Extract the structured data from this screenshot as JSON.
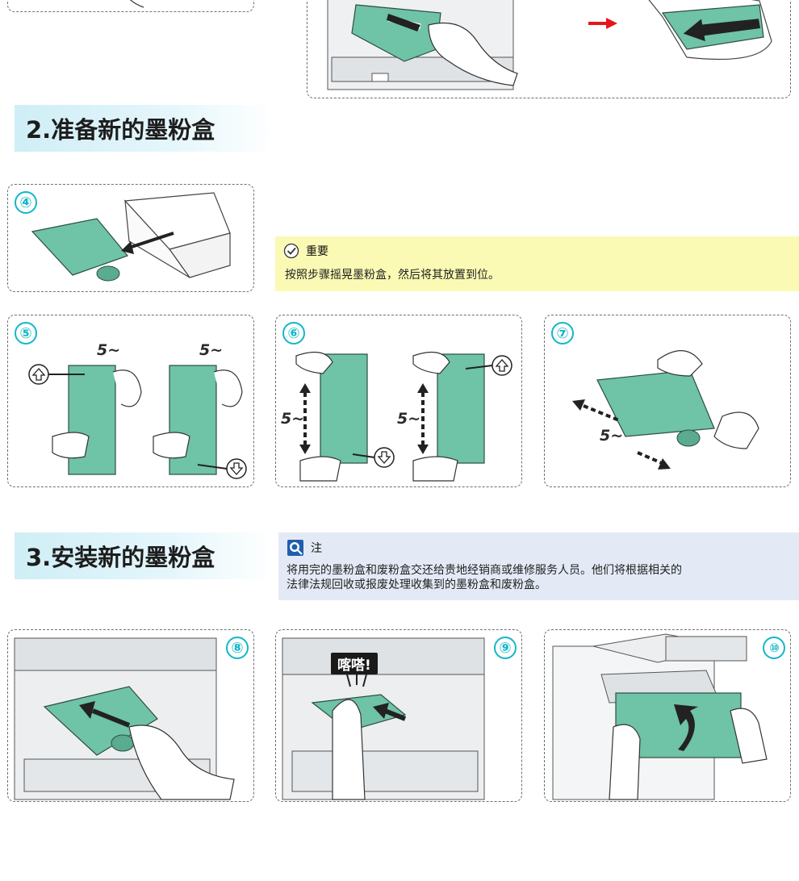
{
  "section2": {
    "title": "2.准备新的墨粉盒"
  },
  "section3": {
    "title": "3.安装新的墨粉盒"
  },
  "important": {
    "label": "重要",
    "text": "按照步骤摇晃墨粉盒，然后将其放置到位。",
    "color": "#fafab4"
  },
  "note": {
    "label": "注",
    "text_line1": "将用完的墨粉盒和废粉盒交还给贵地经销商或维修服务人员。他们将根据相关的",
    "text_line2": "法律法规回收或报废处理收集到的墨粉盒和废粉盒。",
    "color": "#e3eaf6"
  },
  "steps": {
    "s4": "④",
    "s5": "⑤",
    "s6": "⑥",
    "s7": "⑦",
    "s8": "⑧",
    "s9": "⑨",
    "s10": "⑩"
  },
  "shake_counts": {
    "s5a": "5~",
    "s5b": "5~",
    "s6a": "5~",
    "s6b": "5~",
    "s7": "5~"
  },
  "click_label": "喀嗒!",
  "colors": {
    "accent": "#12b7c9",
    "toner": "#6fc3a6",
    "arrow": "#222222",
    "red_arrow": "#e8141b"
  }
}
